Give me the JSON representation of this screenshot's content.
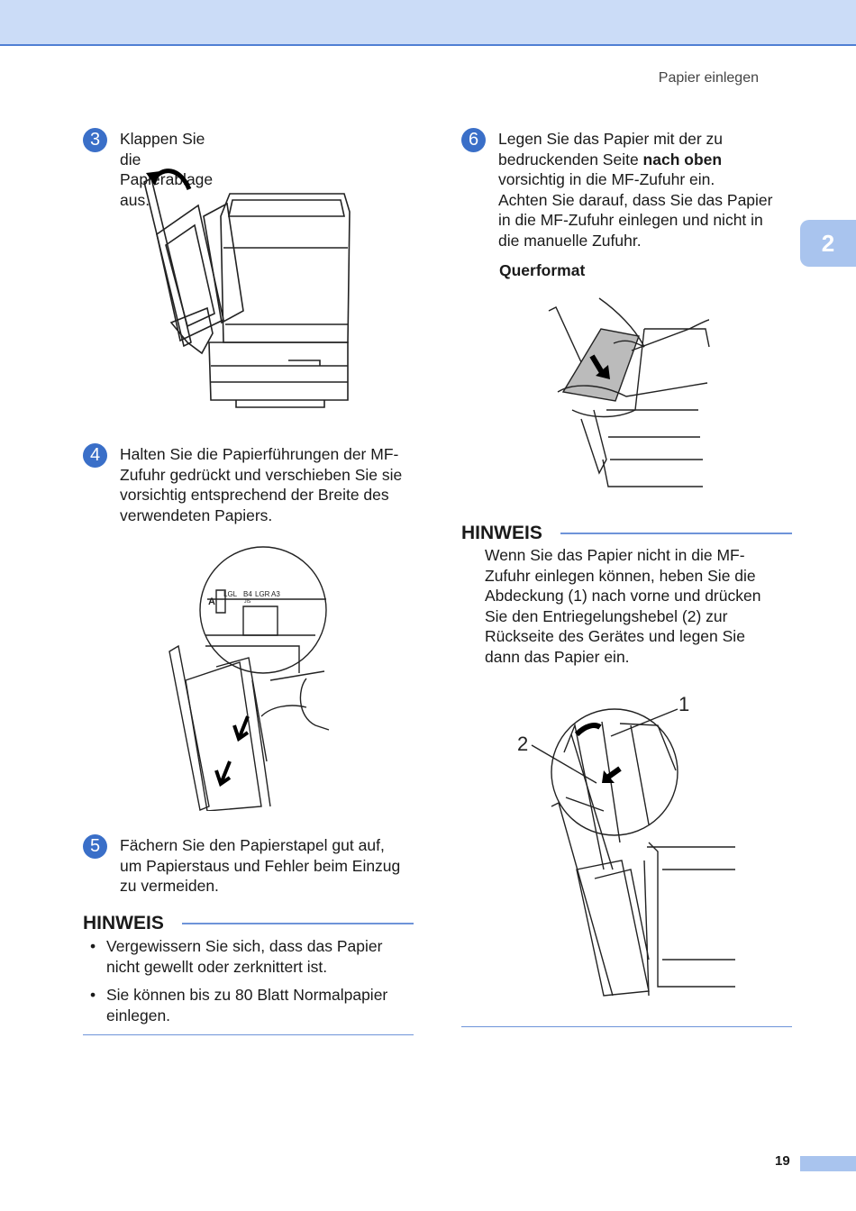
{
  "header": {
    "section_title": "Papier einlegen"
  },
  "chapter_tab": "2",
  "steps": {
    "s3": {
      "num": "3",
      "text": "Klappen Sie die Papierablage aus."
    },
    "s4": {
      "num": "4",
      "line1": "Halten Sie die Papierführungen der MF-",
      "line2": "Zufuhr gedrückt und verschieben Sie sie",
      "line3": "vorsichtig entsprechend der Breite des",
      "line4": "verwendeten Papiers."
    },
    "s5": {
      "num": "5",
      "line1": "Fächern Sie den Papierstapel gut auf,",
      "line2": "um Papierstaus und Fehler beim Einzug",
      "line3": "zu vermeiden."
    },
    "s6": {
      "num": "6",
      "line1": "Legen Sie das Papier mit der zu",
      "line2_pre": "bedruckenden Seite ",
      "line2_bold": "nach oben",
      "line3": "vorsichtig in die MF-Zufuhr ein.",
      "line4": "Achten Sie darauf, dass Sie das Papier",
      "line5": "in die MF-Zufuhr einlegen und nicht in",
      "line6": "die manuelle Zufuhr."
    }
  },
  "querformat": "Querformat",
  "guide_labels": {
    "lgl": "LGL",
    "b4": "B4",
    "jis": "JIS",
    "lgr": "LGR",
    "a3": "A3",
    "a": "A"
  },
  "hinweis_left": {
    "title": "HINWEIS",
    "bullets": [
      {
        "l1": "Vergewissern Sie sich, dass das Papier",
        "l2": "nicht gewellt oder zerknittert ist."
      },
      {
        "l1": "Sie können bis zu 80 Blatt Normalpapier",
        "l2": "einlegen."
      }
    ]
  },
  "hinweis_right": {
    "title": "HINWEIS",
    "lines": [
      "Wenn Sie das Papier nicht in die MF-",
      "Zufuhr einlegen können, heben Sie die",
      "Abdeckung (1) nach vorne und drücken",
      "Sie den Entriegelungshebel (2) zur",
      "Rückseite des Gerätes und legen Sie",
      "dann das Papier ein."
    ],
    "callout_1": "1",
    "callout_2": "2"
  },
  "page_number": "19"
}
